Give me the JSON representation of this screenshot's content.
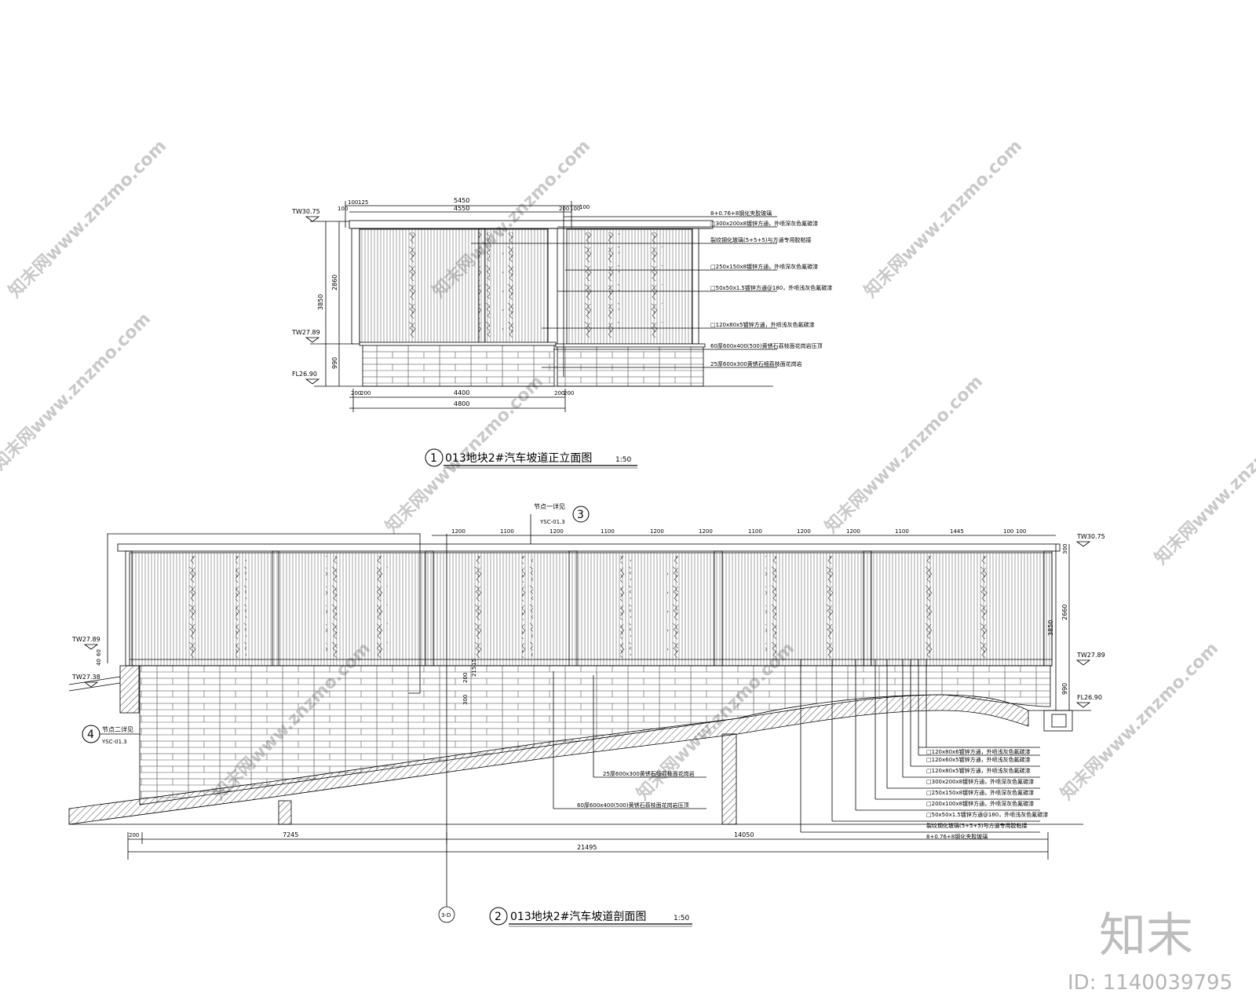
{
  "elevation": {
    "levels": {
      "top": "TW30.75",
      "mid": "TW27.89",
      "base": "FL26.90"
    },
    "dims_top": {
      "d100a": "100",
      "d125": "125",
      "d100b": "100",
      "d5450": "5450",
      "d4550": "4550",
      "d200a": "200",
      "d100c": "100",
      "d100d": "100"
    },
    "dims_left": {
      "d3850": "3850",
      "d2860": "2860",
      "d990": "990"
    },
    "dims_bottom": {
      "d200a": "200",
      "d200b": "200",
      "d4400": "4400",
      "d200c": "200",
      "d200d": "200",
      "d4800": "4800"
    },
    "notes": [
      "8+0.76+8钢化夹胶玻璃",
      "□300x200x8镀锌方通，外喷深灰色氟碳漆",
      "裂纹钢化玻璃(5+5+5)与方通专用胶粘接",
      "□250x150x8镀锌方通，外喷深灰色氟碳漆",
      "□50x50x1.5镀锌方通@180，外喷浅灰色氟碳漆",
      "□120x80x5镀锌方通，外喷浅灰色氟碳漆",
      "60厚600x400(500)黄锈石荔枝面花岗岩压顶",
      "25厚600x300黄锈石细荔枝面花岗岩"
    ],
    "title_num": "1",
    "title": "013地块2#汽车坡道正立面图",
    "scale": "1:50"
  },
  "section": {
    "callout_text": "节点一详见",
    "callout_num": "3",
    "callout_ref": "YSC-01.3",
    "top_dims": [
      "1200",
      "1100",
      "1200",
      "1100",
      "1200",
      "1200",
      "1100",
      "1200",
      "1200",
      "1100",
      "1445",
      "100",
      "100"
    ],
    "levels_right": {
      "top": "TW30.75",
      "mid": "TW27.89",
      "base": "FL26.90"
    },
    "dims_right": {
      "d300": "300",
      "d2660": "2660",
      "d3850": "3850",
      "d990": "990"
    },
    "levels_left": {
      "a": "TW27.89",
      "b": "TW27.38"
    },
    "dims_left": {
      "d40": "40",
      "d60": "60"
    },
    "inner_dims": {
      "d200": "200",
      "d300": "300",
      "d215": "215",
      "d15": "15"
    },
    "node4": {
      "num": "4",
      "text": "节点二详见",
      "ref": "YSC-01.3"
    },
    "notes_left": [
      "25厚600x300黄锈石细荔枝面花岗岩",
      "60厚600x400(500)黄锈石荔枝面花岗岩压顶"
    ],
    "notes_right": [
      "□120x80x6镀锌方通，外喷浅灰色氟碳漆",
      "□120x60x5镀锌方通，外喷浅灰色氟碳漆",
      "□120x80x5镀锌方通，外喷浅灰色氟碳漆",
      "□300x200x8镀锌方通，外喷深灰色氟碳漆",
      "□250x150x8镀锌方通，外喷深灰色氟碳漆",
      "□200x100x8镀锌方通，外喷深灰色氟碳漆",
      "□50x50x1.5镀锌方通@180，外喷浅灰色氟碳漆",
      "裂纹钢化玻璃(5+5+5)与方通专用胶粘接",
      "8+0.76+8钢化夹胶玻璃"
    ],
    "bottom_dims": {
      "d200": "200",
      "d7245": "7245",
      "d14050": "14050",
      "d21495": "21495"
    },
    "axis_label": "3-D",
    "title_num": "2",
    "title": "013地块2#汽车坡道剖面图",
    "scale": "1:50"
  },
  "watermark": {
    "text": "知末网www.znzmo.com",
    "logo": "知末",
    "id": "ID: 1140039795"
  }
}
